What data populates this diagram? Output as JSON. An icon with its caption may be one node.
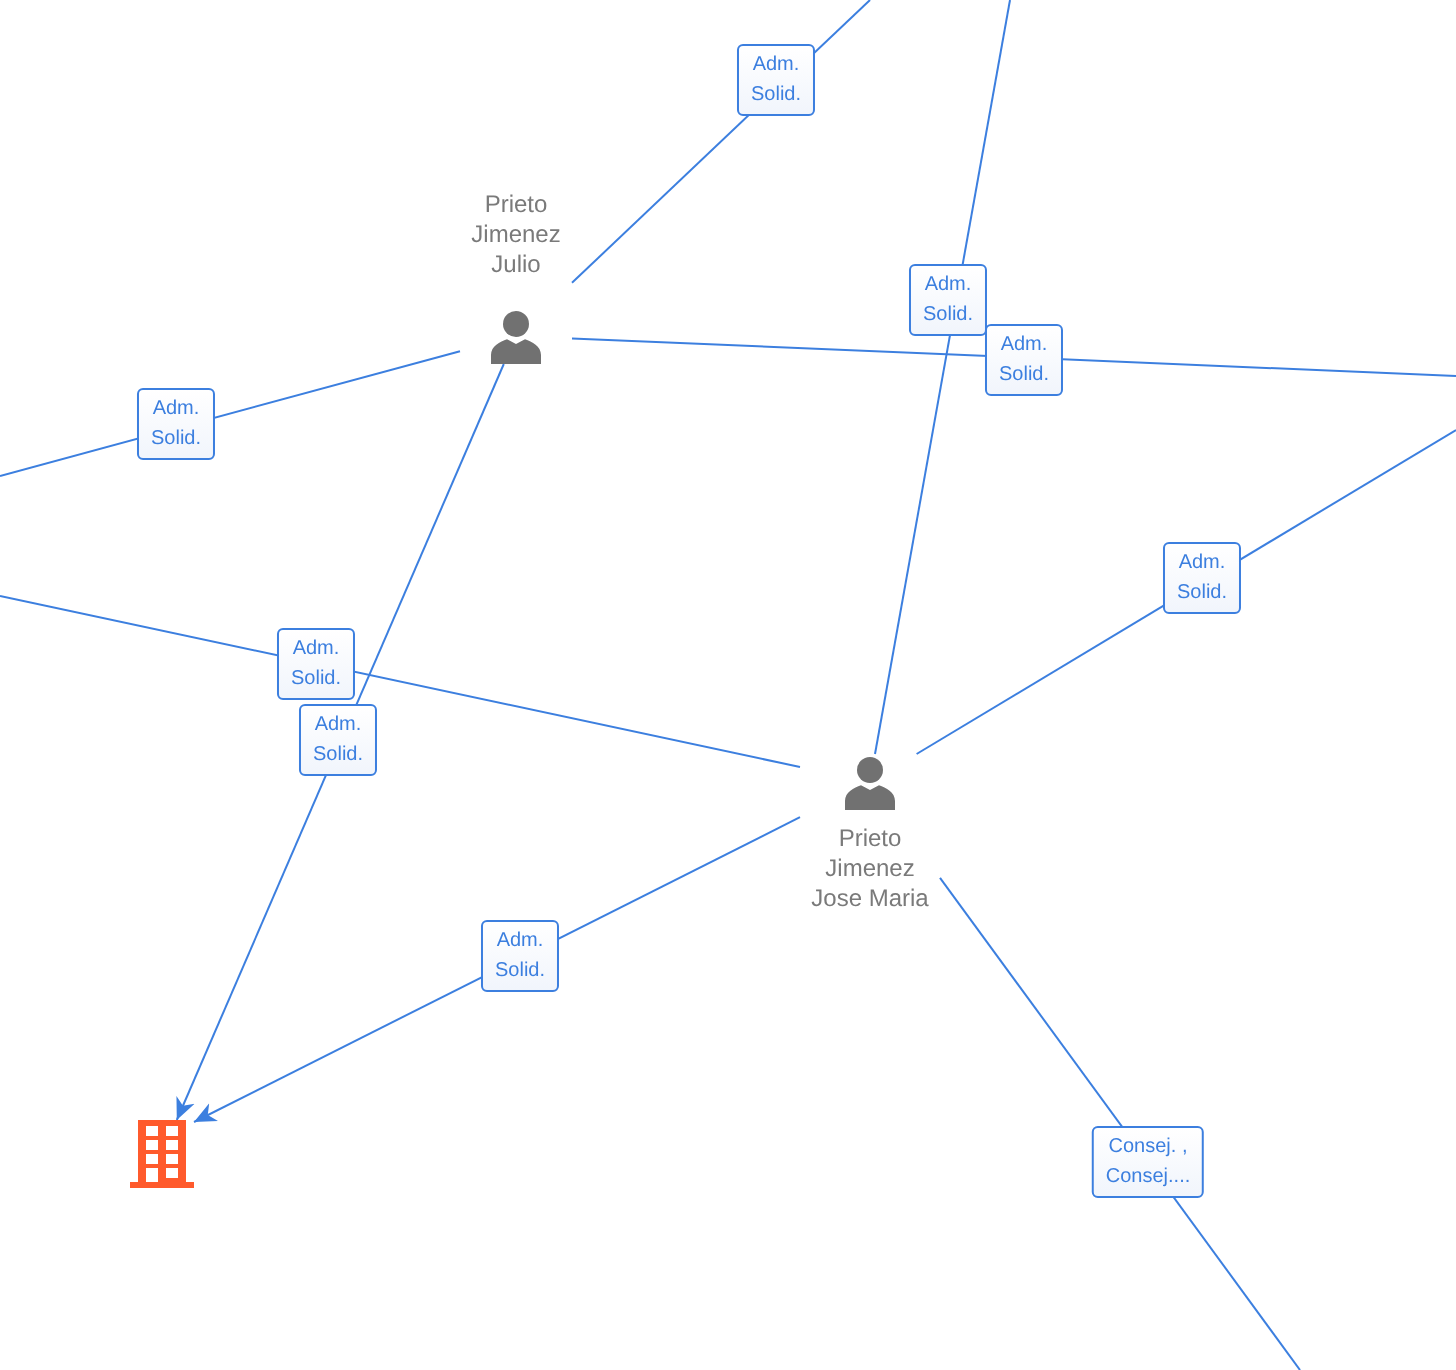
{
  "diagram": {
    "nodes": [
      {
        "text": [
          "Prieto Jimenez Julio"
        ]
      },
      {
        "text": [
          "Prieto Jimenez Jose Maria"
        ]
      },
      {
        "text": [],
        "shape": "building"
      }
    ],
    "edges": [
      {
        "from": 0,
        "to": null,
        "arrow": "none",
        "label": "Adm. Solid."
      },
      {
        "from": 1,
        "to": null,
        "arrow": "none",
        "label": "Adm. Solid."
      },
      {
        "from": 0,
        "to": null,
        "arrow": "none",
        "label": "Adm. Solid."
      },
      {
        "from": 0,
        "to": null,
        "arrow": "none",
        "label": "Adm. Solid."
      },
      {
        "from": 0,
        "to": 2,
        "arrow": "to",
        "label": "Adm. Solid."
      },
      {
        "from": 1,
        "to": null,
        "arrow": "none",
        "label": "Adm. Solid."
      },
      {
        "from": 1,
        "to": 2,
        "arrow": "to",
        "label": "Adm. Solid."
      },
      {
        "from": 1,
        "to": null,
        "arrow": "none",
        "label": "Adm. Solid."
      },
      {
        "from": 1,
        "to": null,
        "arrow": "none",
        "label": "Consej. , Consej...."
      }
    ]
  }
}
